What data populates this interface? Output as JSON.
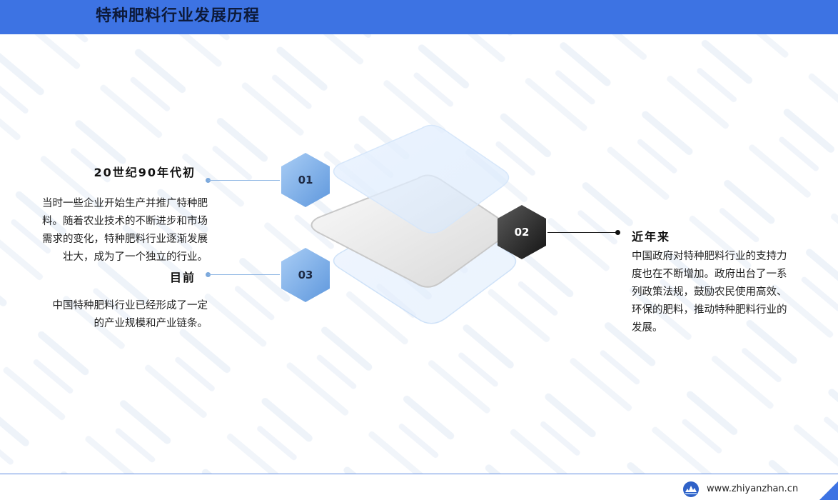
{
  "header": {
    "title": "特种肥料行业发展历程"
  },
  "timeline": {
    "steps": [
      {
        "number": "01",
        "heading": "20世纪90年代初",
        "text_lines": [
          "当时一些企业开始生产并推广特种肥",
          "料。随着农业技术的不断进步和市场",
          "需求的变化，特种肥料行业逐渐发展",
          "壮大，成为了一个独立的行业。"
        ]
      },
      {
        "number": "02",
        "heading": "近年来",
        "text_lines": [
          "中国政府对特种肥料行业的支持力",
          "度也在不断增加。政府出台了一系",
          "列政策法规，鼓励农民使用高效、",
          "环保的肥料，推动特种肥料行业的",
          "发展。"
        ]
      },
      {
        "number": "03",
        "heading": "目前",
        "text_lines": [
          "中国特种肥料行业已经形成了一定",
          "的产业规模和产业链条。"
        ]
      }
    ]
  },
  "footer": {
    "url": "www.zhiyanzhan.cn",
    "logo_icon": "zhiyan-globe-logo-icon"
  },
  "colors": {
    "header_bar": "#3d73e3",
    "hex_blue": "#7fb0ea",
    "hex_dark": "#2b2b2b",
    "connector_blue": "#8fb6e3",
    "connector_dark": "#222222",
    "footer_line": "#5d8ae0"
  }
}
